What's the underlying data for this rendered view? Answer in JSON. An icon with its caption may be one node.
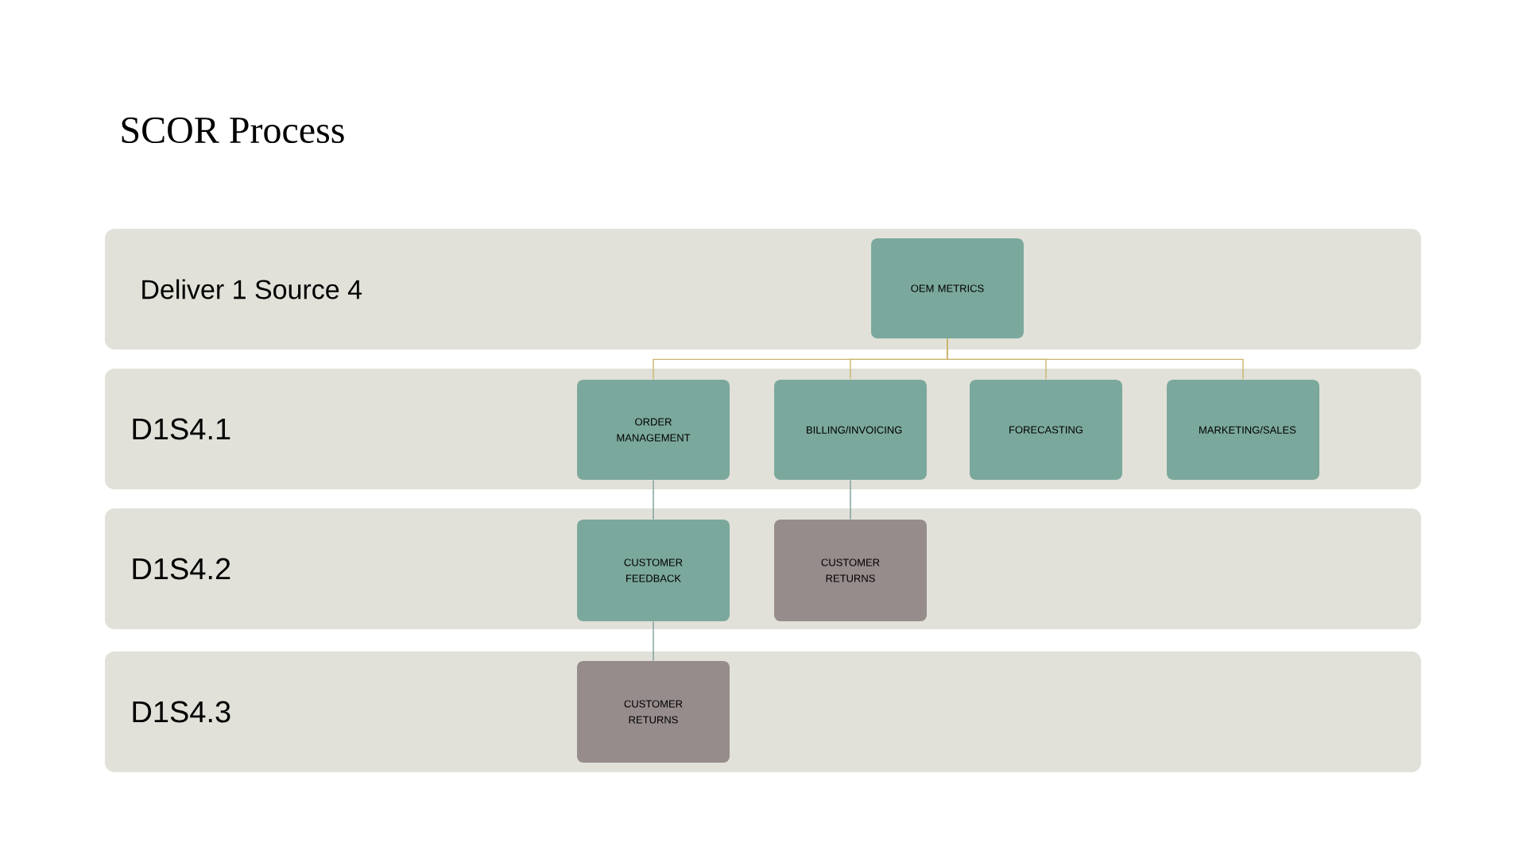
{
  "diagram": {
    "title": "SCOR Process",
    "nodes": [
      {
        "text": [
          "Deliver 1 Source 4"
        ]
      },
      {
        "text": [
          "D1S4.1"
        ]
      },
      {
        "text": [
          "D1S4.2"
        ]
      },
      {
        "text": [
          "D1S4.3"
        ]
      },
      {
        "text": [
          "OEM METRICS"
        ],
        "in": 0
      },
      {
        "text": [
          "ORDER MANAGEMENT"
        ],
        "in": 1
      },
      {
        "text": [
          "BILLING/INVOICING"
        ],
        "in": 1
      },
      {
        "text": [
          "FORECASTING"
        ],
        "in": 1
      },
      {
        "text": [
          "MARKETING/SALES"
        ],
        "in": 1
      },
      {
        "text": [
          "CUSTOMER FEEDBACK"
        ],
        "in": 2
      },
      {
        "text": [
          "CUSTOMER RETURNS"
        ],
        "in": 2
      },
      {
        "text": [
          "CUSTOMER RETURNS"
        ],
        "in": 3
      }
    ],
    "edges": [
      {
        "from": 4,
        "to": 5,
        "arrow": "none",
        "color": "#c9b66e"
      },
      {
        "from": 4,
        "to": 6,
        "arrow": "none",
        "color": "#c9b66e"
      },
      {
        "from": 4,
        "to": 7,
        "arrow": "none",
        "color": "#c9b66e"
      },
      {
        "from": 4,
        "to": 8,
        "arrow": "none",
        "color": "#c9b66e"
      },
      {
        "from": 5,
        "to": 9,
        "arrow": "none",
        "color": "#7d9c9a"
      },
      {
        "from": 6,
        "to": 10,
        "arrow": "none",
        "color": "#7d9c9a"
      },
      {
        "from": 9,
        "to": 11,
        "arrow": "none",
        "color": "#7d9c9a"
      }
    ]
  }
}
